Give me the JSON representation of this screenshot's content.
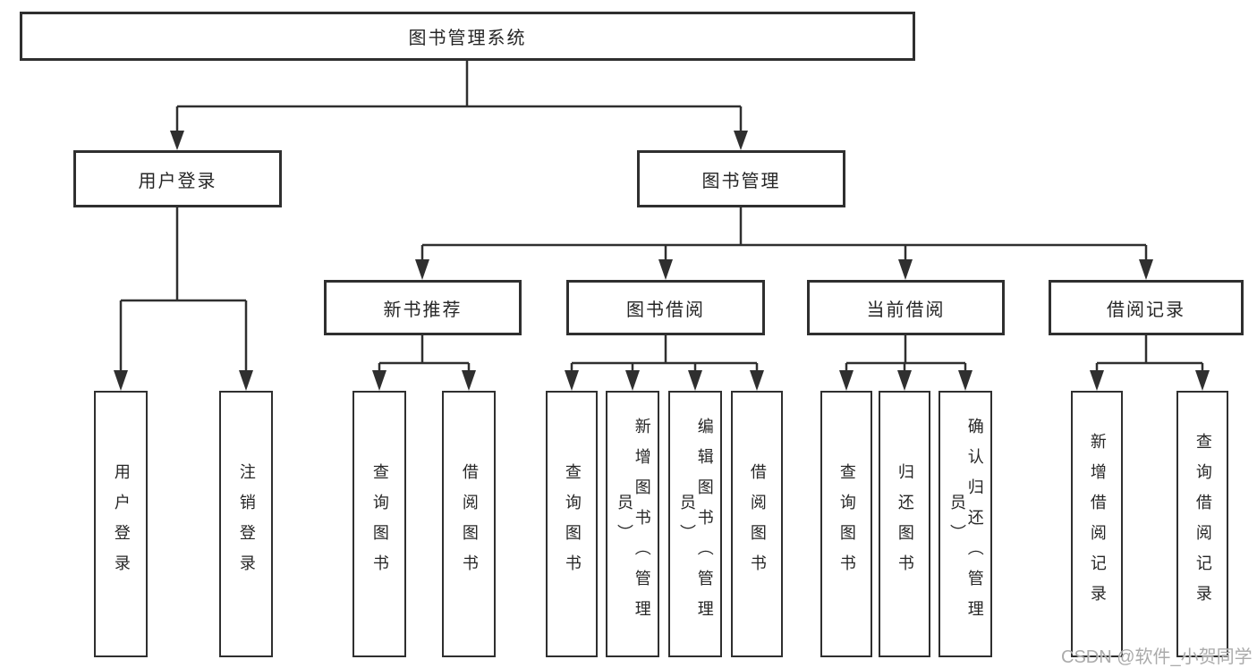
{
  "colors": {
    "line": "#2f2f2f",
    "text": "#262626",
    "box_bg": "#ffffff",
    "watermark": "#ababab"
  },
  "watermark": "CSDN @软件_小贺同学",
  "tree": {
    "root": {
      "label": "图书管理系统"
    },
    "branches": [
      {
        "label": "用户登录",
        "leaves": [
          {
            "label": "用户登录"
          },
          {
            "label": "注销登录"
          }
        ]
      },
      {
        "label": "图书管理",
        "children": [
          {
            "label": "新书推荐",
            "leaves": [
              {
                "label": "查询图书"
              },
              {
                "label": "借阅图书"
              }
            ]
          },
          {
            "label": "图书借阅",
            "leaves": [
              {
                "label": "查询图书"
              },
              {
                "label": "新增图书（管理员）"
              },
              {
                "label": "编辑图书（管理员）"
              },
              {
                "label": "借阅图书"
              }
            ]
          },
          {
            "label": "当前借阅",
            "leaves": [
              {
                "label": "查询图书"
              },
              {
                "label": "归还图书"
              },
              {
                "label": "确认归还（管理员）"
              }
            ]
          },
          {
            "label": "借阅记录",
            "leaves": [
              {
                "label": "新增借阅记录"
              },
              {
                "label": "查询借阅记录"
              }
            ]
          }
        ]
      }
    ]
  }
}
